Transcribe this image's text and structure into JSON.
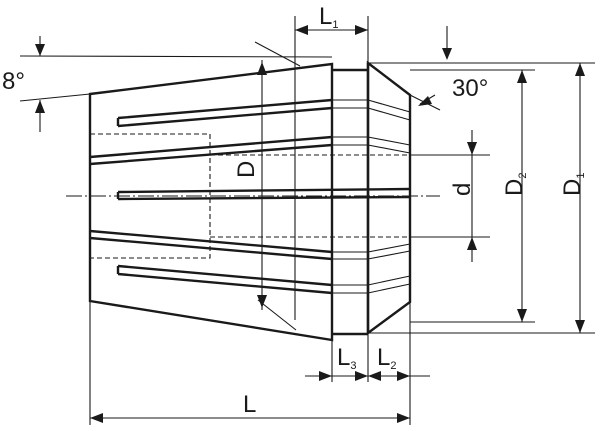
{
  "diagram": {
    "labels": {
      "angle_taper": "8°",
      "angle_front": "30°",
      "L1": {
        "main": "L",
        "sub": "1"
      },
      "L2": {
        "main": "L",
        "sub": "2"
      },
      "L3": {
        "main": "L",
        "sub": "3"
      },
      "L": "L",
      "D": "D",
      "d": "d",
      "D1": {
        "main": "D",
        "sub": "1"
      },
      "D2": {
        "main": "D",
        "sub": "2"
      }
    }
  }
}
